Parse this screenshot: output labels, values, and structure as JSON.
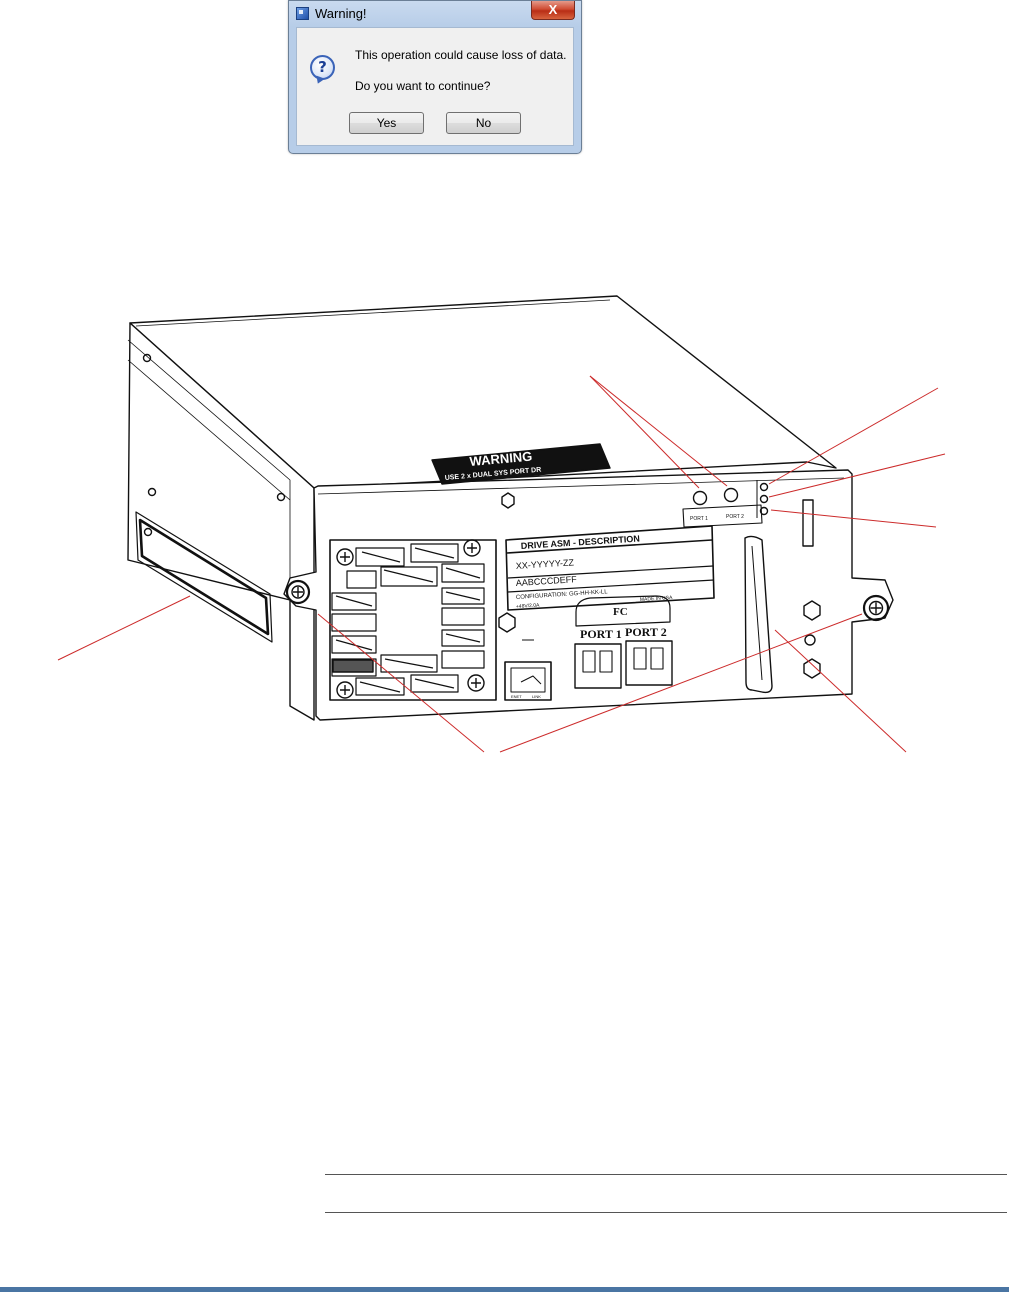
{
  "dialog": {
    "title": "Warning!",
    "close_label": "X",
    "message_line1": "This operation could cause loss of data.",
    "message_line2": "Do you want to continue?",
    "yes_label": "Yes",
    "no_label": "No",
    "icon": "question-icon"
  },
  "figure": {
    "top_label_line1": "WARNING",
    "top_label_line2": "USE 2 x DUAL SYS PORT DR",
    "drive_label": {
      "line1": "DRIVE ASM - DESCRIPTION",
      "line2": "XX-YYYYY-ZZ",
      "line3": "AABCCCDEFF",
      "line4": "CONFIGURATION: GG-HH-KK-LL",
      "line5_left": "+48V/2.0A",
      "line5_right": "MADE IN USA"
    },
    "led_labels": {
      "port1": "PORT 1",
      "port2": "PORT 2"
    },
    "fc_label": {
      "title": "FC",
      "port1": "PORT 1",
      "port2": "PORT 2"
    },
    "ethernet_labels": {
      "left": "ENET",
      "right": "LINK"
    }
  },
  "colors": {
    "callout_line": "#cc2b2b",
    "footer_bar": "#4a75a3"
  }
}
